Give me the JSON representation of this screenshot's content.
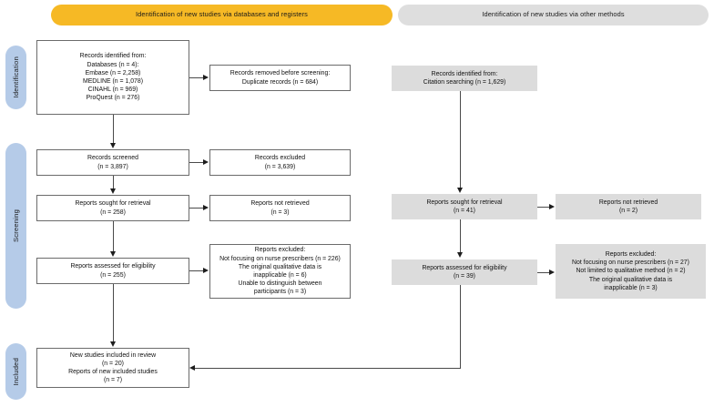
{
  "headers": {
    "databases": "Identification of new studies via databases and registers",
    "other_methods": "Identification of new studies via other methods",
    "databases_color": "#f6b925",
    "other_methods_color": "#dedede"
  },
  "stages": {
    "identification": "Identification",
    "screening": "Screening",
    "included": "Included",
    "pill_color": "#b5cbe8"
  },
  "databases_column": {
    "records_identified": "Records identified from:\nDatabases (n = 4):\nEmbase (n = 2,258)\nMEDLINE (n = 1,078)\nCINAHL (n = 969)\nProQuest (n = 276)",
    "records_removed": "Records removed before screening:\nDuplicate records (n = 684)",
    "records_screened": "Records screened\n(n = 3,897)",
    "records_excluded": "Records excluded\n(n = 3,639)",
    "reports_sought": "Reports sought for retrieval\n(n = 258)",
    "reports_not_retrieved": "Reports not retrieved\n(n = 3)",
    "reports_assessed": "Reports assessed for eligibility\n(n = 255)",
    "reports_excluded": "Reports excluded:\nNot focusing on nurse prescribers (n = 226)\nThe original qualitative data is\ninapplicable (n = 6)\nUnable to distinguish between\nparticipants (n = 3)"
  },
  "other_methods_column": {
    "records_identified": "Records identified from:\nCitation searching (n = 1,629)",
    "reports_sought": "Reports sought for retrieval\n(n = 41)",
    "reports_not_retrieved": "Reports not retrieved\n(n = 2)",
    "reports_assessed": "Reports assessed for eligibility\n(n = 39)",
    "reports_excluded": "Reports excluded:\nNot focusing on nurse prescribers (n = 27)\nNot limited to qualitative method (n = 2)\nThe original qualitative data is\ninapplicable (n = 3)"
  },
  "included_column": {
    "new_studies": "New studies included in review\n(n = 20)\nReports of new included studies\n(n = 7)"
  }
}
